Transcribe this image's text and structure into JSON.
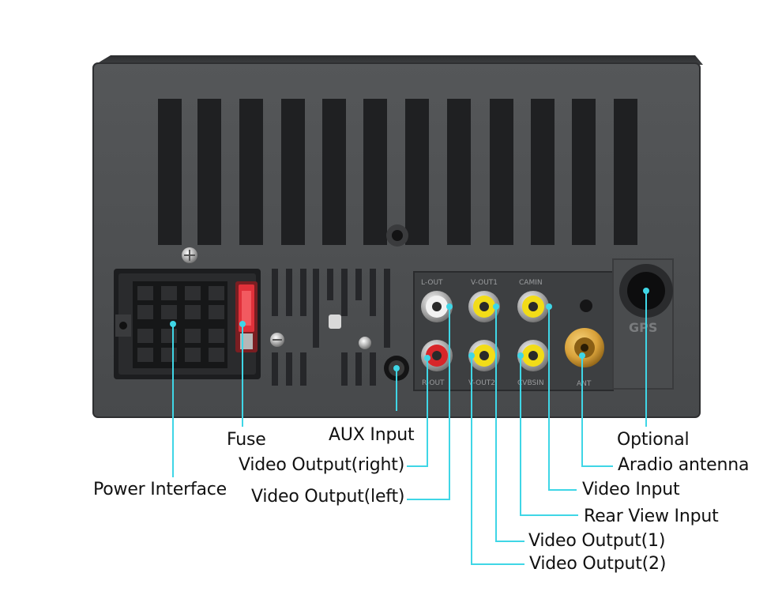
{
  "device": {
    "port_labels": {
      "l_out": "L-OUT",
      "v_out1": "V-OUT1",
      "cam_in": "CAMIN",
      "r_out": "R-OUT",
      "v_out2": "V-OUT2",
      "cvbs_in": "CVBSIN",
      "ant": "ANT",
      "gps": "GPS"
    }
  },
  "callouts": {
    "fuse": "Fuse",
    "aux_input": "AUX Input",
    "video_output_right": "Video Output(right)",
    "video_output_left": "Video Output(left)",
    "power_interface": "Power Interface",
    "optional": "Optional",
    "aradio_antenna": "Aradio antenna",
    "video_input": "Video Input",
    "rear_view_input": "Rear View Input",
    "video_output_1": "Video Output(1)",
    "video_output_2": "Video Output(2)"
  },
  "colors": {
    "callout_line": "#3fd6e6",
    "housing": "#4a4c4e",
    "rca_white": "#f2f2f2",
    "rca_red": "#d8262a",
    "rca_yellow": "#f2dc18",
    "antenna_gold": "#d9a23a",
    "fuse_red": "#e0313a"
  }
}
